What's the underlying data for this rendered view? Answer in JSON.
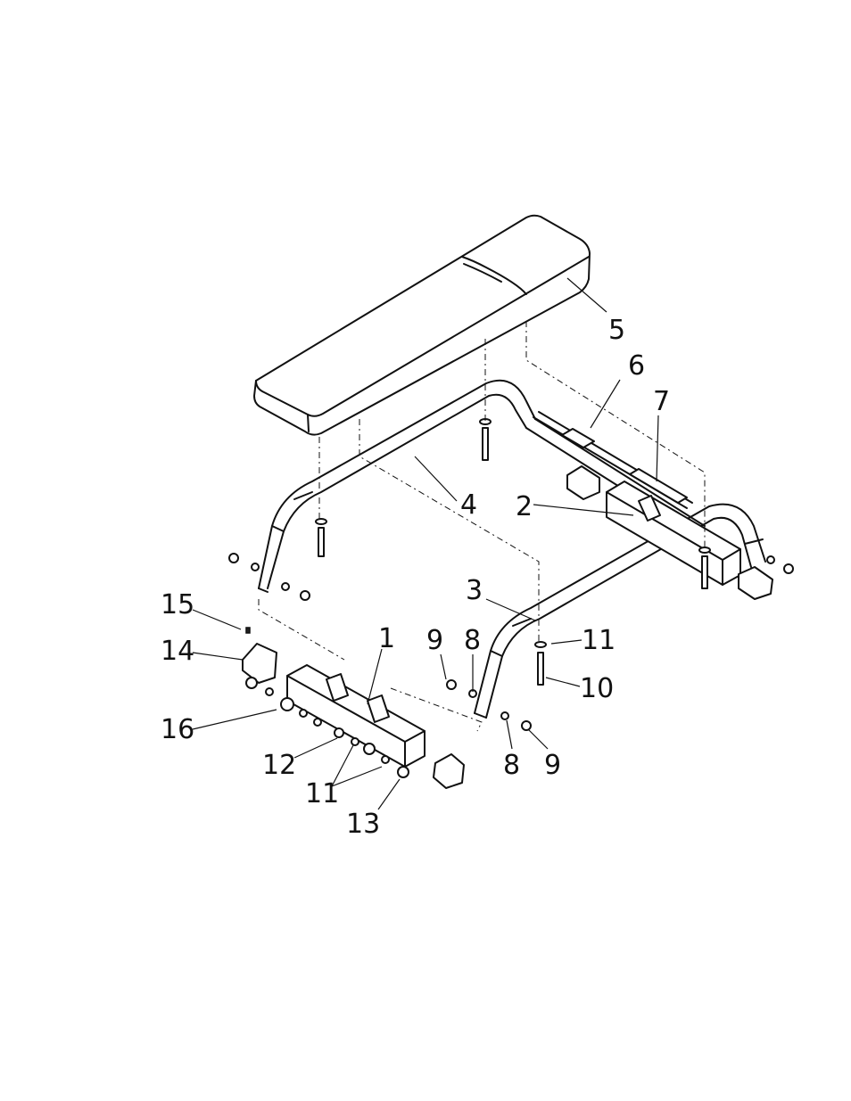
{
  "callouts": {
    "c1": "1",
    "c2": "2",
    "c3": "3",
    "c4": "4",
    "c5": "5",
    "c6": "6",
    "c7": "7",
    "c8a": "8",
    "c8b": "8",
    "c9a": "9",
    "c9b": "9",
    "c10": "10",
    "c11a": "11",
    "c11b": "11",
    "c12": "12",
    "c13": "13",
    "c14": "14",
    "c15": "15",
    "c16": "16"
  }
}
